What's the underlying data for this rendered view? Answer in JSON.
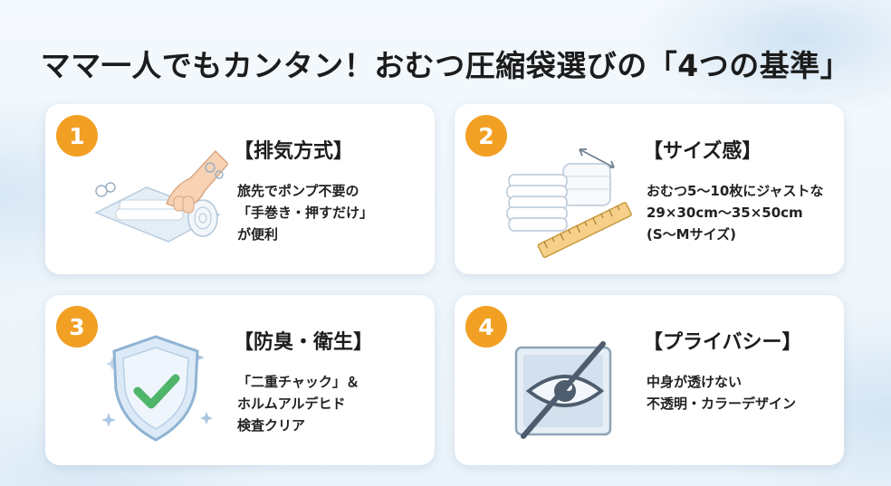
{
  "title": "ママ一人でもカンタン！おむつ圧縮袋選びの「4つの基準」",
  "cards": [
    {
      "number": "1",
      "heading": "【排気方式】",
      "lines": [
        "旅先でポンプ不要の",
        "「手巻き・押すだけ」",
        "が便利"
      ],
      "icon": "hand-rolling-bag-icon"
    },
    {
      "number": "2",
      "heading": "【サイズ感】",
      "lines": [
        "おむつ5〜10枚にジャストな",
        "29×30cm〜35×50cm",
        "(S〜Mサイズ)"
      ],
      "icon": "diaper-stack-ruler-icon"
    },
    {
      "number": "3",
      "heading": "【防臭・衛生】",
      "lines": [
        "「二重チャック」＆",
        "ホルムアルデヒド",
        "検査クリア"
      ],
      "icon": "shield-check-icon"
    },
    {
      "number": "4",
      "heading": "【プライバシー】",
      "lines": [
        "中身が透けない",
        "不透明・カラーデザイン"
      ],
      "icon": "eye-slash-icon"
    }
  ],
  "colors": {
    "badge": "#f2a024",
    "check": "#4fb56a",
    "icon_blue": "#8fb3d3"
  }
}
